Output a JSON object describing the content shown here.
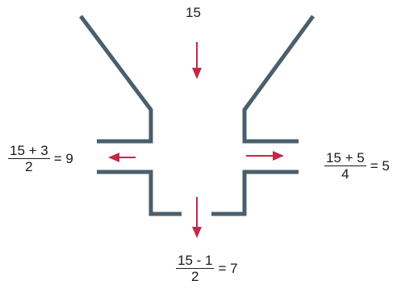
{
  "diagram": {
    "input_value": "15",
    "outputs": {
      "left": {
        "numerator": "15 + 3",
        "denominator": "2",
        "result": "= 9"
      },
      "right": {
        "numerator": "15 + 5",
        "denominator": "4",
        "result": "= 5"
      },
      "bottom": {
        "numerator": "15 - 1",
        "denominator": "2",
        "result": "= 7"
      }
    },
    "colors": {
      "pipe": "#4a5f6b",
      "arrow": "#c0294a",
      "text": "#1a1a1a"
    }
  }
}
